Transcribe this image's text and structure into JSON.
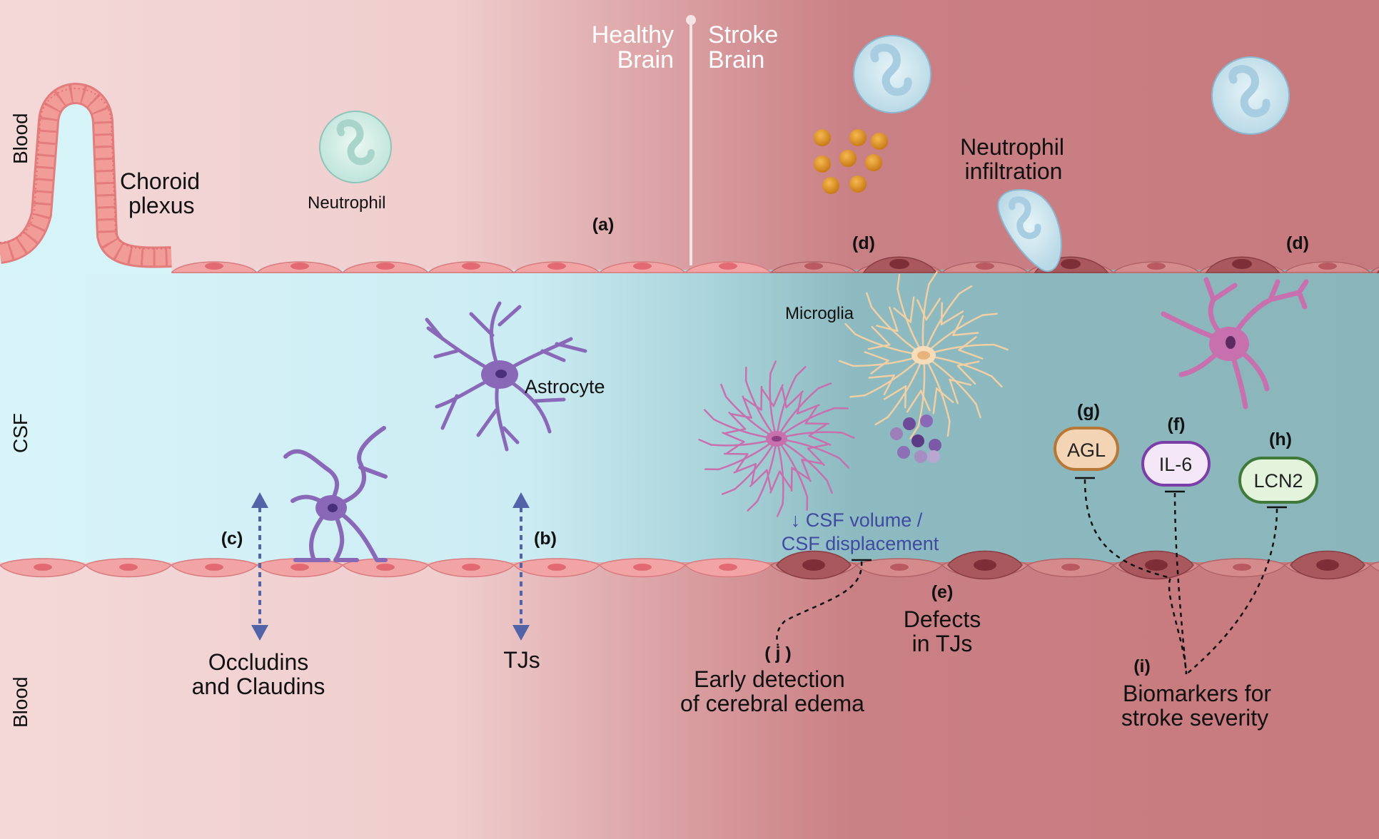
{
  "header": {
    "healthy": [
      "Healthy",
      "Brain"
    ],
    "stroke": [
      "Stroke",
      "Brain"
    ]
  },
  "side_labels": {
    "blood_top": "Blood",
    "csf": "CSF",
    "blood_bottom": "Blood"
  },
  "labels": {
    "choroid": [
      "Choroid",
      "plexus"
    ],
    "neutrophil": "Neutrophil",
    "astrocyte": "Astrocyte",
    "microglia": "Microglia",
    "infiltration": [
      "Neutrophil",
      "infiltration"
    ],
    "occludins": [
      "Occludins",
      "and Claudins"
    ],
    "tjs": "TJs",
    "csf_volume": [
      "↓ CSF volume /",
      "CSF displacement"
    ],
    "defects": [
      "Defects",
      "in TJs"
    ],
    "early": [
      "Early detection",
      "of cerebral edema"
    ],
    "biomarkers": [
      "Biomarkers for",
      "stroke severity"
    ]
  },
  "letters": {
    "a": "(a)",
    "b": "(b)",
    "c": "(c)",
    "d1": "(d)",
    "d2": "(d)",
    "e": "(e)",
    "f": "(f)",
    "g": "(g)",
    "h": "(h)",
    "i": "(i)",
    "j": "( j )"
  },
  "markers": {
    "agl": "AGL",
    "il6": "IL-6",
    "lcn2": "LCN2"
  },
  "colors": {
    "healthy_bg": "#f3d6d6",
    "stroke_bg": "#c97c7f",
    "csf_healthy": "#d6f3f8",
    "csf_stroke": "#86b5bc",
    "astrocyte": "#8a68b8",
    "microglia_pink": "#c86fae",
    "microglia_light": "#f1cfa4",
    "arrow": "#5363a8",
    "agl_fill": "#f3d4b4",
    "il6_fill": "#f4e8f8",
    "lcn2_fill": "#e4f4dc"
  }
}
